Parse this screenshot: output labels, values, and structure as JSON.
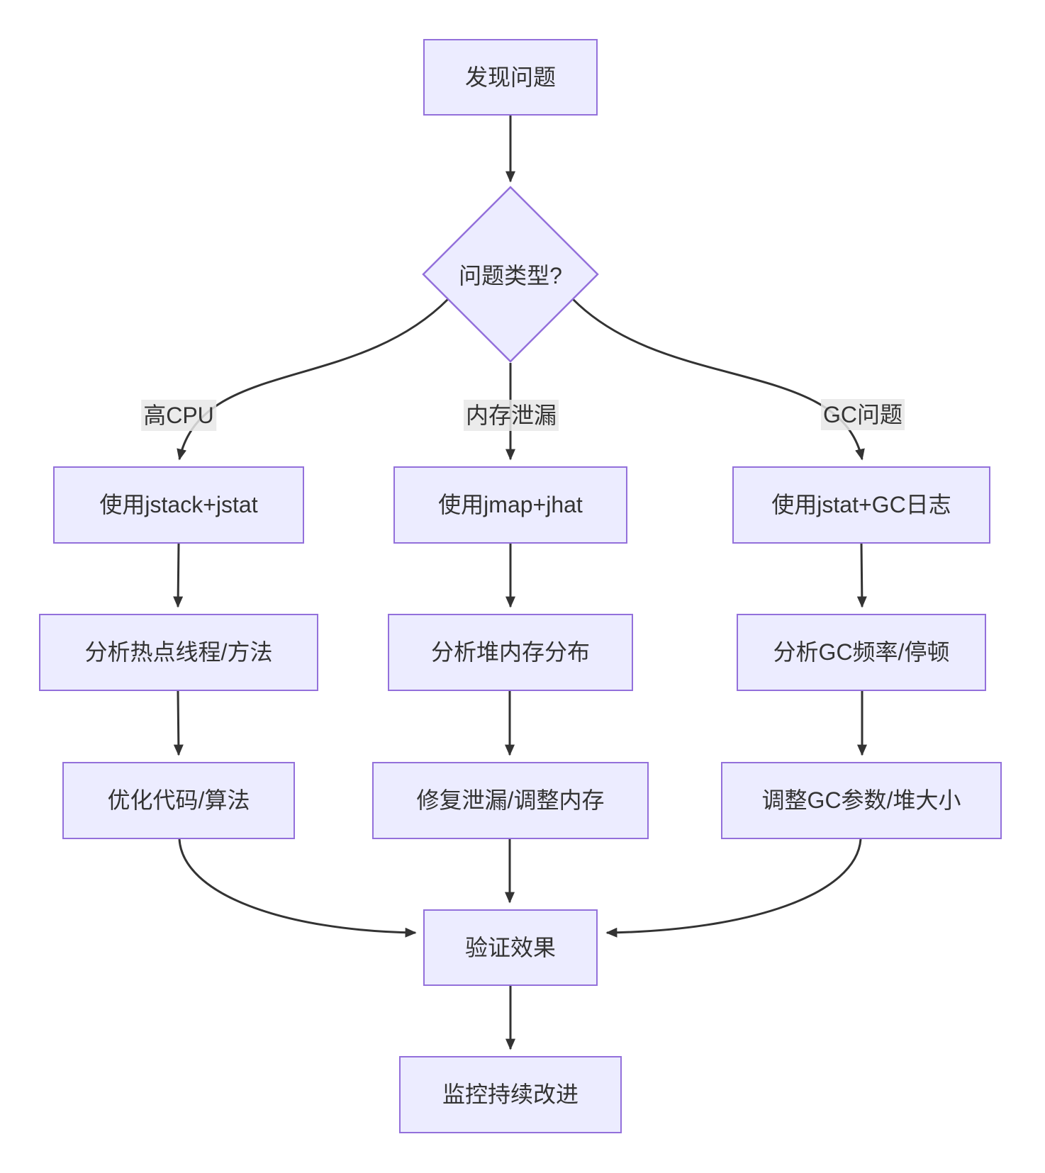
{
  "diagram": {
    "type": "flowchart",
    "direction": "top-down",
    "nodes": {
      "start": {
        "label": "发现问题",
        "shape": "rect"
      },
      "decision": {
        "label": "问题类型?",
        "shape": "diamond"
      },
      "cpu_tool": {
        "label": "使用jstack+jstat",
        "shape": "rect"
      },
      "mem_tool": {
        "label": "使用jmap+jhat",
        "shape": "rect"
      },
      "gc_tool": {
        "label": "使用jstat+GC日志",
        "shape": "rect"
      },
      "cpu_analyze": {
        "label": "分析热点线程/方法",
        "shape": "rect"
      },
      "mem_analyze": {
        "label": "分析堆内存分布",
        "shape": "rect"
      },
      "gc_analyze": {
        "label": "分析GC频率/停顿",
        "shape": "rect"
      },
      "cpu_fix": {
        "label": "优化代码/算法",
        "shape": "rect"
      },
      "mem_fix": {
        "label": "修复泄漏/调整内存",
        "shape": "rect"
      },
      "gc_fix": {
        "label": "调整GC参数/堆大小",
        "shape": "rect"
      },
      "verify": {
        "label": "验证效果",
        "shape": "rect"
      },
      "monitor": {
        "label": "监控持续改进",
        "shape": "rect"
      }
    },
    "branch_labels": {
      "high_cpu": "高CPU",
      "memory_leak": "内存泄漏",
      "gc_issue": "GC问题"
    },
    "edges": [
      {
        "from": "start",
        "to": "decision",
        "label": ""
      },
      {
        "from": "decision",
        "to": "cpu_tool",
        "label": "高CPU"
      },
      {
        "from": "decision",
        "to": "mem_tool",
        "label": "内存泄漏"
      },
      {
        "from": "decision",
        "to": "gc_tool",
        "label": "GC问题"
      },
      {
        "from": "cpu_tool",
        "to": "cpu_analyze",
        "label": ""
      },
      {
        "from": "mem_tool",
        "to": "mem_analyze",
        "label": ""
      },
      {
        "from": "gc_tool",
        "to": "gc_analyze",
        "label": ""
      },
      {
        "from": "cpu_analyze",
        "to": "cpu_fix",
        "label": ""
      },
      {
        "from": "mem_analyze",
        "to": "mem_fix",
        "label": ""
      },
      {
        "from": "gc_analyze",
        "to": "gc_fix",
        "label": ""
      },
      {
        "from": "cpu_fix",
        "to": "verify",
        "label": ""
      },
      {
        "from": "mem_fix",
        "to": "verify",
        "label": ""
      },
      {
        "from": "gc_fix",
        "to": "verify",
        "label": ""
      },
      {
        "from": "verify",
        "to": "monitor",
        "label": ""
      }
    ],
    "colors": {
      "node_fill": "#ECECFF",
      "node_border": "#9370DB",
      "edge_line": "#333333",
      "edge_label_bg": "#e8e8e8",
      "text": "#333333",
      "background": "#ffffff"
    }
  }
}
